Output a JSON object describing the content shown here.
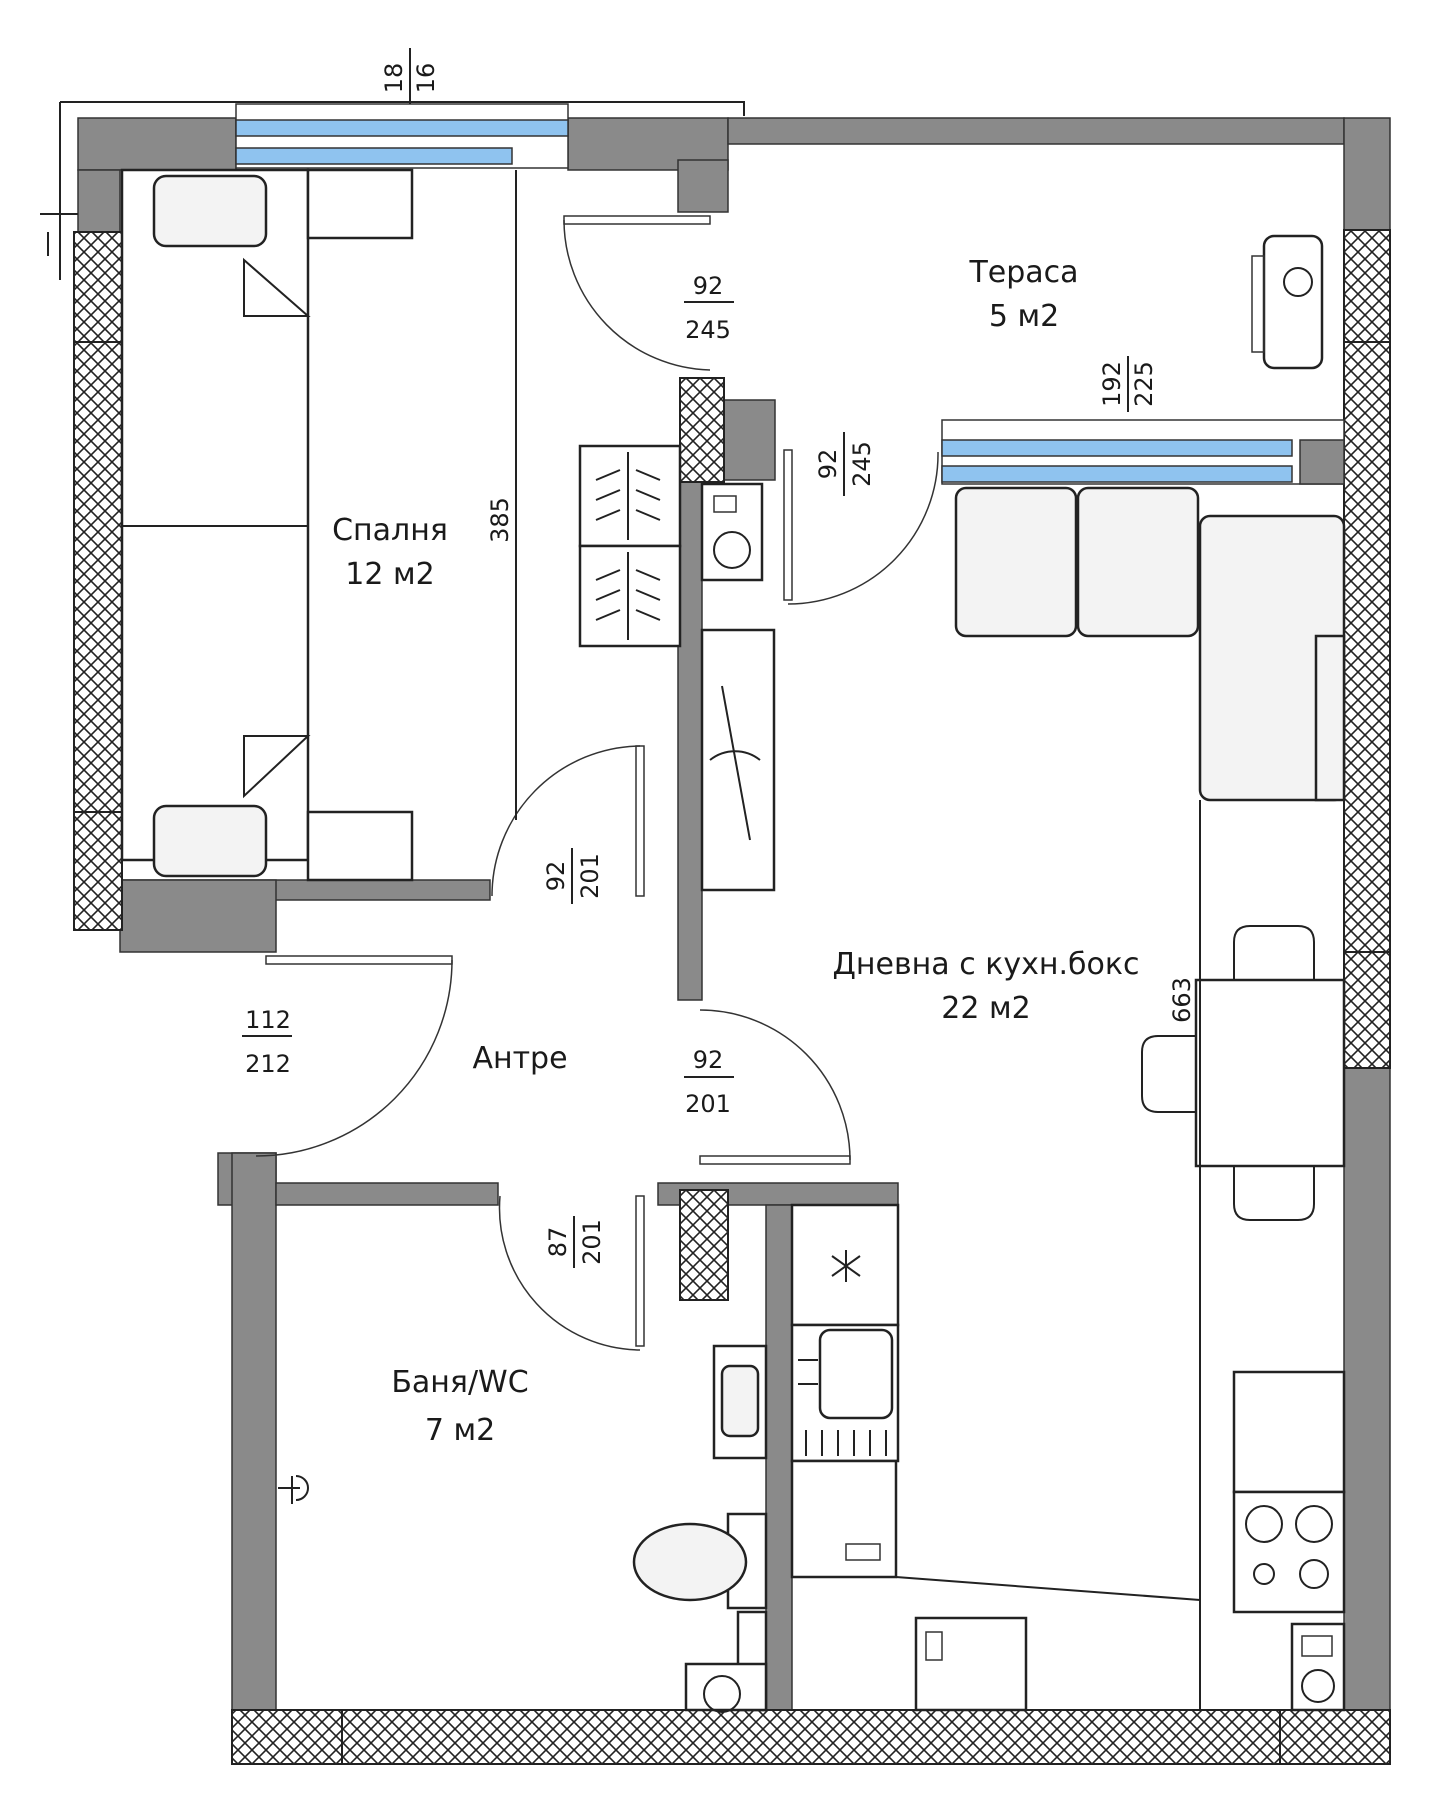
{
  "rooms": {
    "bedroom": {
      "name": "Спалня",
      "area": "12 м2"
    },
    "terrace": {
      "name": "Тераса",
      "area": "5 м2"
    },
    "living": {
      "name": "Дневна с кухн.бокс",
      "area": "22 м2"
    },
    "hall": {
      "name": "Антре"
    },
    "bathroom": {
      "name": "Баня/WC",
      "area": "7 м2"
    }
  },
  "dimensions": {
    "bedroom_window": {
      "w": "18",
      "h": "16"
    },
    "terrace_door": {
      "w": "92",
      "h": "245"
    },
    "living_terrace_door": {
      "w": "92",
      "h": "245"
    },
    "living_window": {
      "w": "192",
      "h": "225"
    },
    "wardrobe_length": "385",
    "bedroom_door": {
      "w": "92",
      "h": "201"
    },
    "entrance_door": {
      "w": "112",
      "h": "212"
    },
    "living_door": {
      "w": "92",
      "h": "201"
    },
    "bathroom_door": {
      "w": "87",
      "h": "201"
    },
    "living_length": "663"
  },
  "colors": {
    "wall": "#8a8a8a",
    "glass": "#8fc3ef",
    "line": "#222222"
  }
}
